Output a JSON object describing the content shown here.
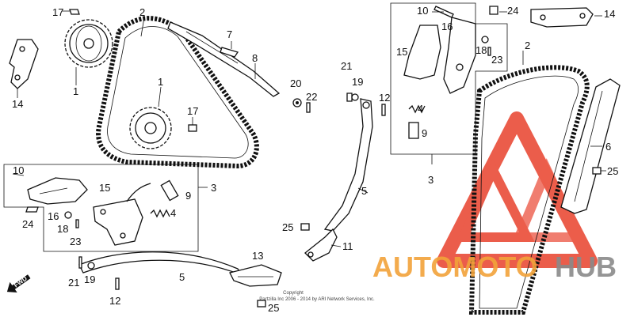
{
  "callouts": {
    "c17a": "17",
    "c2a": "2",
    "c7": "7",
    "c8": "8",
    "c14a": "14",
    "c1a": "1",
    "c1b": "1",
    "c17b": "17",
    "c20": "20",
    "c22": "22",
    "c10a": "10",
    "c3a": "3",
    "c15a": "15",
    "c9a": "9",
    "c4a": "4",
    "c16a": "16",
    "c24a": "24",
    "c18a": "18",
    "c23a": "23",
    "c21a": "21",
    "c19a": "19",
    "c5a": "5",
    "c12a": "12",
    "c13": "13",
    "c25a": "25",
    "c21b": "21",
    "c19b": "19",
    "c12b": "12",
    "c5b": "5",
    "c25b": "25",
    "c11": "11",
    "c10b": "10",
    "c24b": "24",
    "c14b": "14",
    "c16b": "16",
    "c15b": "15",
    "c18b": "18",
    "c23b": "23",
    "c4b": "4",
    "c9b": "9",
    "c3b": "3",
    "c2b": "2",
    "c6": "6",
    "c25c": "25"
  },
  "fwd": "FWD",
  "copyright": {
    "line1": "Copyright",
    "line2": "Partzilla Inc 2006 - 2014 by ARI Network Services, Inc."
  },
  "watermark": {
    "part1": "AUTOMOTO",
    "part2": "HUB",
    "colors": {
      "red": "#e8412c",
      "orange": "#f2a33a",
      "gray": "#8a8a8a"
    }
  }
}
